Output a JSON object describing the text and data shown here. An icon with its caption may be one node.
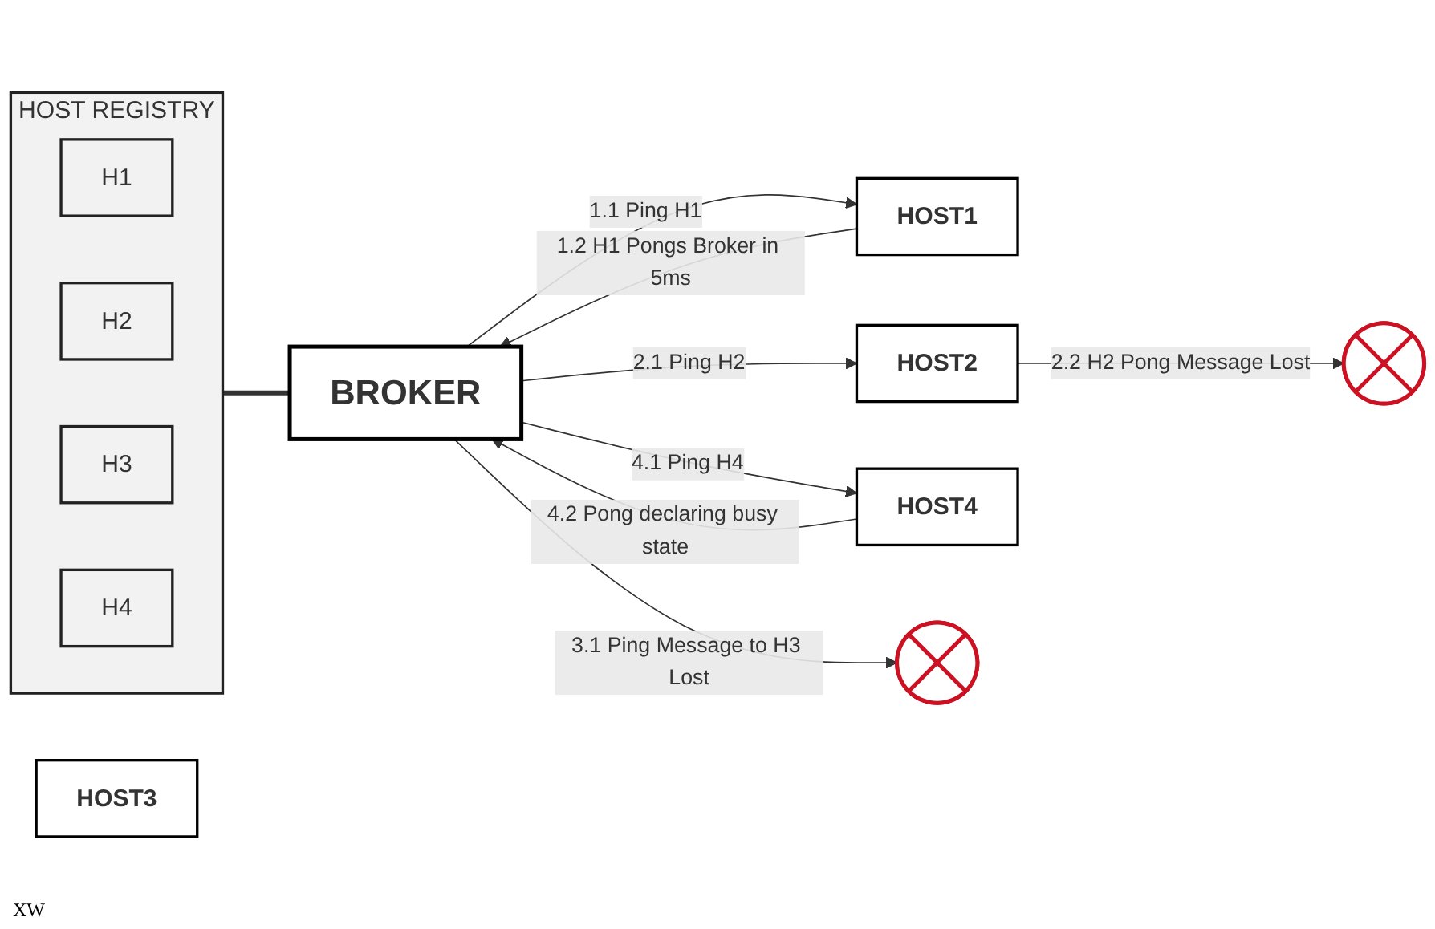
{
  "diagram": {
    "nodes": [
      {
        "text": [
          "HOST REGISTRY"
        ]
      },
      {
        "text": [
          "H1"
        ],
        "in": 0
      },
      {
        "text": [
          "H2"
        ],
        "in": 0
      },
      {
        "text": [
          "H3"
        ],
        "in": 0
      },
      {
        "text": [
          "H4"
        ],
        "in": 0
      },
      {
        "text": [
          "BROKER"
        ]
      },
      {
        "text": [
          "HOST1"
        ]
      },
      {
        "text": [
          "HOST2"
        ]
      },
      {
        "text": [
          "HOST3"
        ]
      },
      {
        "text": [
          "HOST4"
        ]
      },
      {
        "text": [],
        "shape": "cross"
      },
      {
        "text": [],
        "shape": "cross"
      }
    ],
    "edges": [
      {
        "from": 0,
        "to": 5,
        "arrow": "none",
        "style": "thick"
      },
      {
        "from": 5,
        "to": 6,
        "label": "1.1 Ping H1",
        "arrow": "to"
      },
      {
        "from": 6,
        "to": 5,
        "label": "1.2 H1 Pongs Broker in 5ms",
        "arrow": "to"
      },
      {
        "from": 5,
        "to": 7,
        "label": "2.1 Ping H2",
        "arrow": "to"
      },
      {
        "from": 7,
        "to": 10,
        "label": "2.2 H2 Pong Message Lost",
        "arrow": "to"
      },
      {
        "from": 5,
        "to": 11,
        "label": "3.1 Ping Message to H3 Lost",
        "arrow": "to"
      },
      {
        "from": 5,
        "to": 9,
        "label": "4.1 Ping H4",
        "arrow": "to"
      },
      {
        "from": 9,
        "to": 5,
        "label": "4.2 Pong declaring busy state",
        "arrow": "to"
      }
    ],
    "labels": [
      "XW"
    ]
  }
}
